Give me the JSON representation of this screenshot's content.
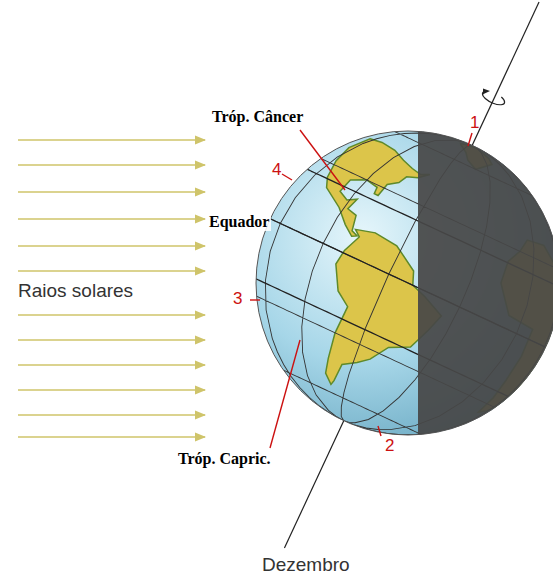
{
  "diagram": {
    "labels": [
      "Tróp. Câncer",
      "Equador",
      "Raios solares",
      "Tróp. Capric.",
      "Dezembro",
      "1",
      "2",
      "3",
      "4"
    ]
  }
}
